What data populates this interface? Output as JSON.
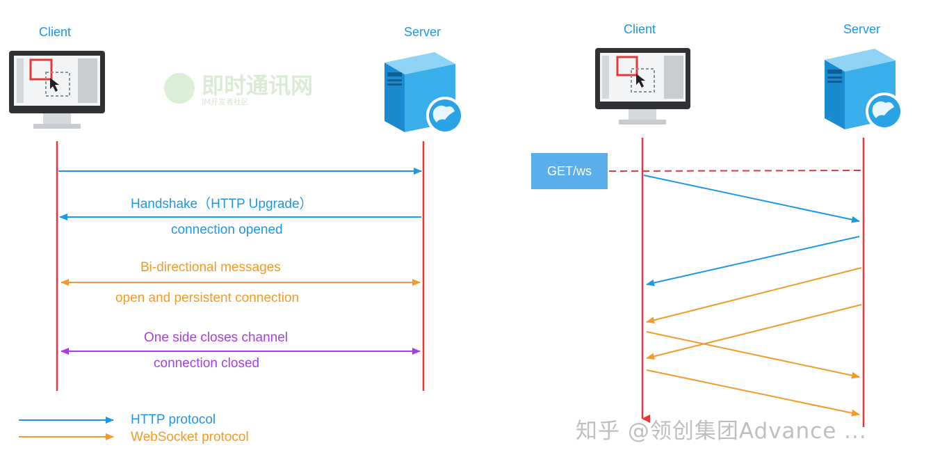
{
  "left": {
    "client_label": "Client",
    "server_label": "Server",
    "handshake": "Handshake（HTTP Upgrade）",
    "opened": "connection opened",
    "bidirectional": "Bi-directional messages",
    "persistent": "open and persistent connection",
    "close": "One side closes channel",
    "closed": "connection closed"
  },
  "right": {
    "client_label": "Client",
    "server_label": "Server",
    "get_label": "GET/ws"
  },
  "legend": {
    "http": "HTTP protocol",
    "websocket": "WebSocket protocol"
  },
  "watermarks": {
    "logo_text": "即时通讯网",
    "logo_sub": "IM开发者社区",
    "credit": "知乎 @领创集团Advance ..."
  },
  "colors": {
    "http": "#1d97e8",
    "websocket": "#f39a2b",
    "close": "#a43fe6",
    "lifeline": "#e8363c"
  }
}
